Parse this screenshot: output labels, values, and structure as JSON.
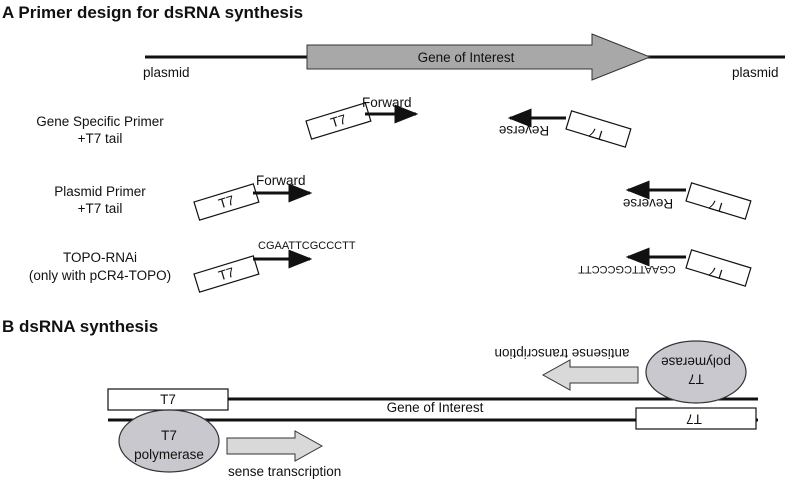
{
  "panel_a": {
    "title": "A  Primer design for dsRNA synthesis",
    "gene_label": "Gene of Interest",
    "plasmid_left": "plasmid",
    "plasmid_right": "plasmid",
    "rows": [
      {
        "label_line1": "Gene Specific Primer",
        "label_line2": "+T7 tail",
        "forward_text": "Forward",
        "reverse_text": "Reverse",
        "tag": "T7"
      },
      {
        "label_line1": "Plasmid Primer",
        "label_line2": "+T7 tail",
        "forward_text": "Forward",
        "reverse_text": "Reverse",
        "tag": "T7"
      },
      {
        "label_line1": "TOPO-RNAi",
        "label_line2": "(only with pCR4-TOPO)",
        "forward_text": "CGAATTCGCCCTT",
        "reverse_text": "CGAATTCGCCCTT",
        "tag": "T7"
      }
    ]
  },
  "panel_b": {
    "title": "B  dsRNA synthesis",
    "gene_label": "Gene of Interest",
    "t7_top": "T7",
    "t7_bottom": "T7",
    "polymerase_bottom_line1": "T7",
    "polymerase_bottom_line2": "polymerase",
    "polymerase_top_line1": "T7",
    "polymerase_top_line2": "polymerase",
    "sense_label": "sense transcription",
    "antisense_label": "antisense transcription"
  },
  "colors": {
    "line": "#111111",
    "gene_arrow_fill": "#a8a8a8",
    "polymerase_fill": "#c8c8ce",
    "transcription_arrow_fill": "#d9d9d9",
    "box_fill": "#ffffff"
  }
}
